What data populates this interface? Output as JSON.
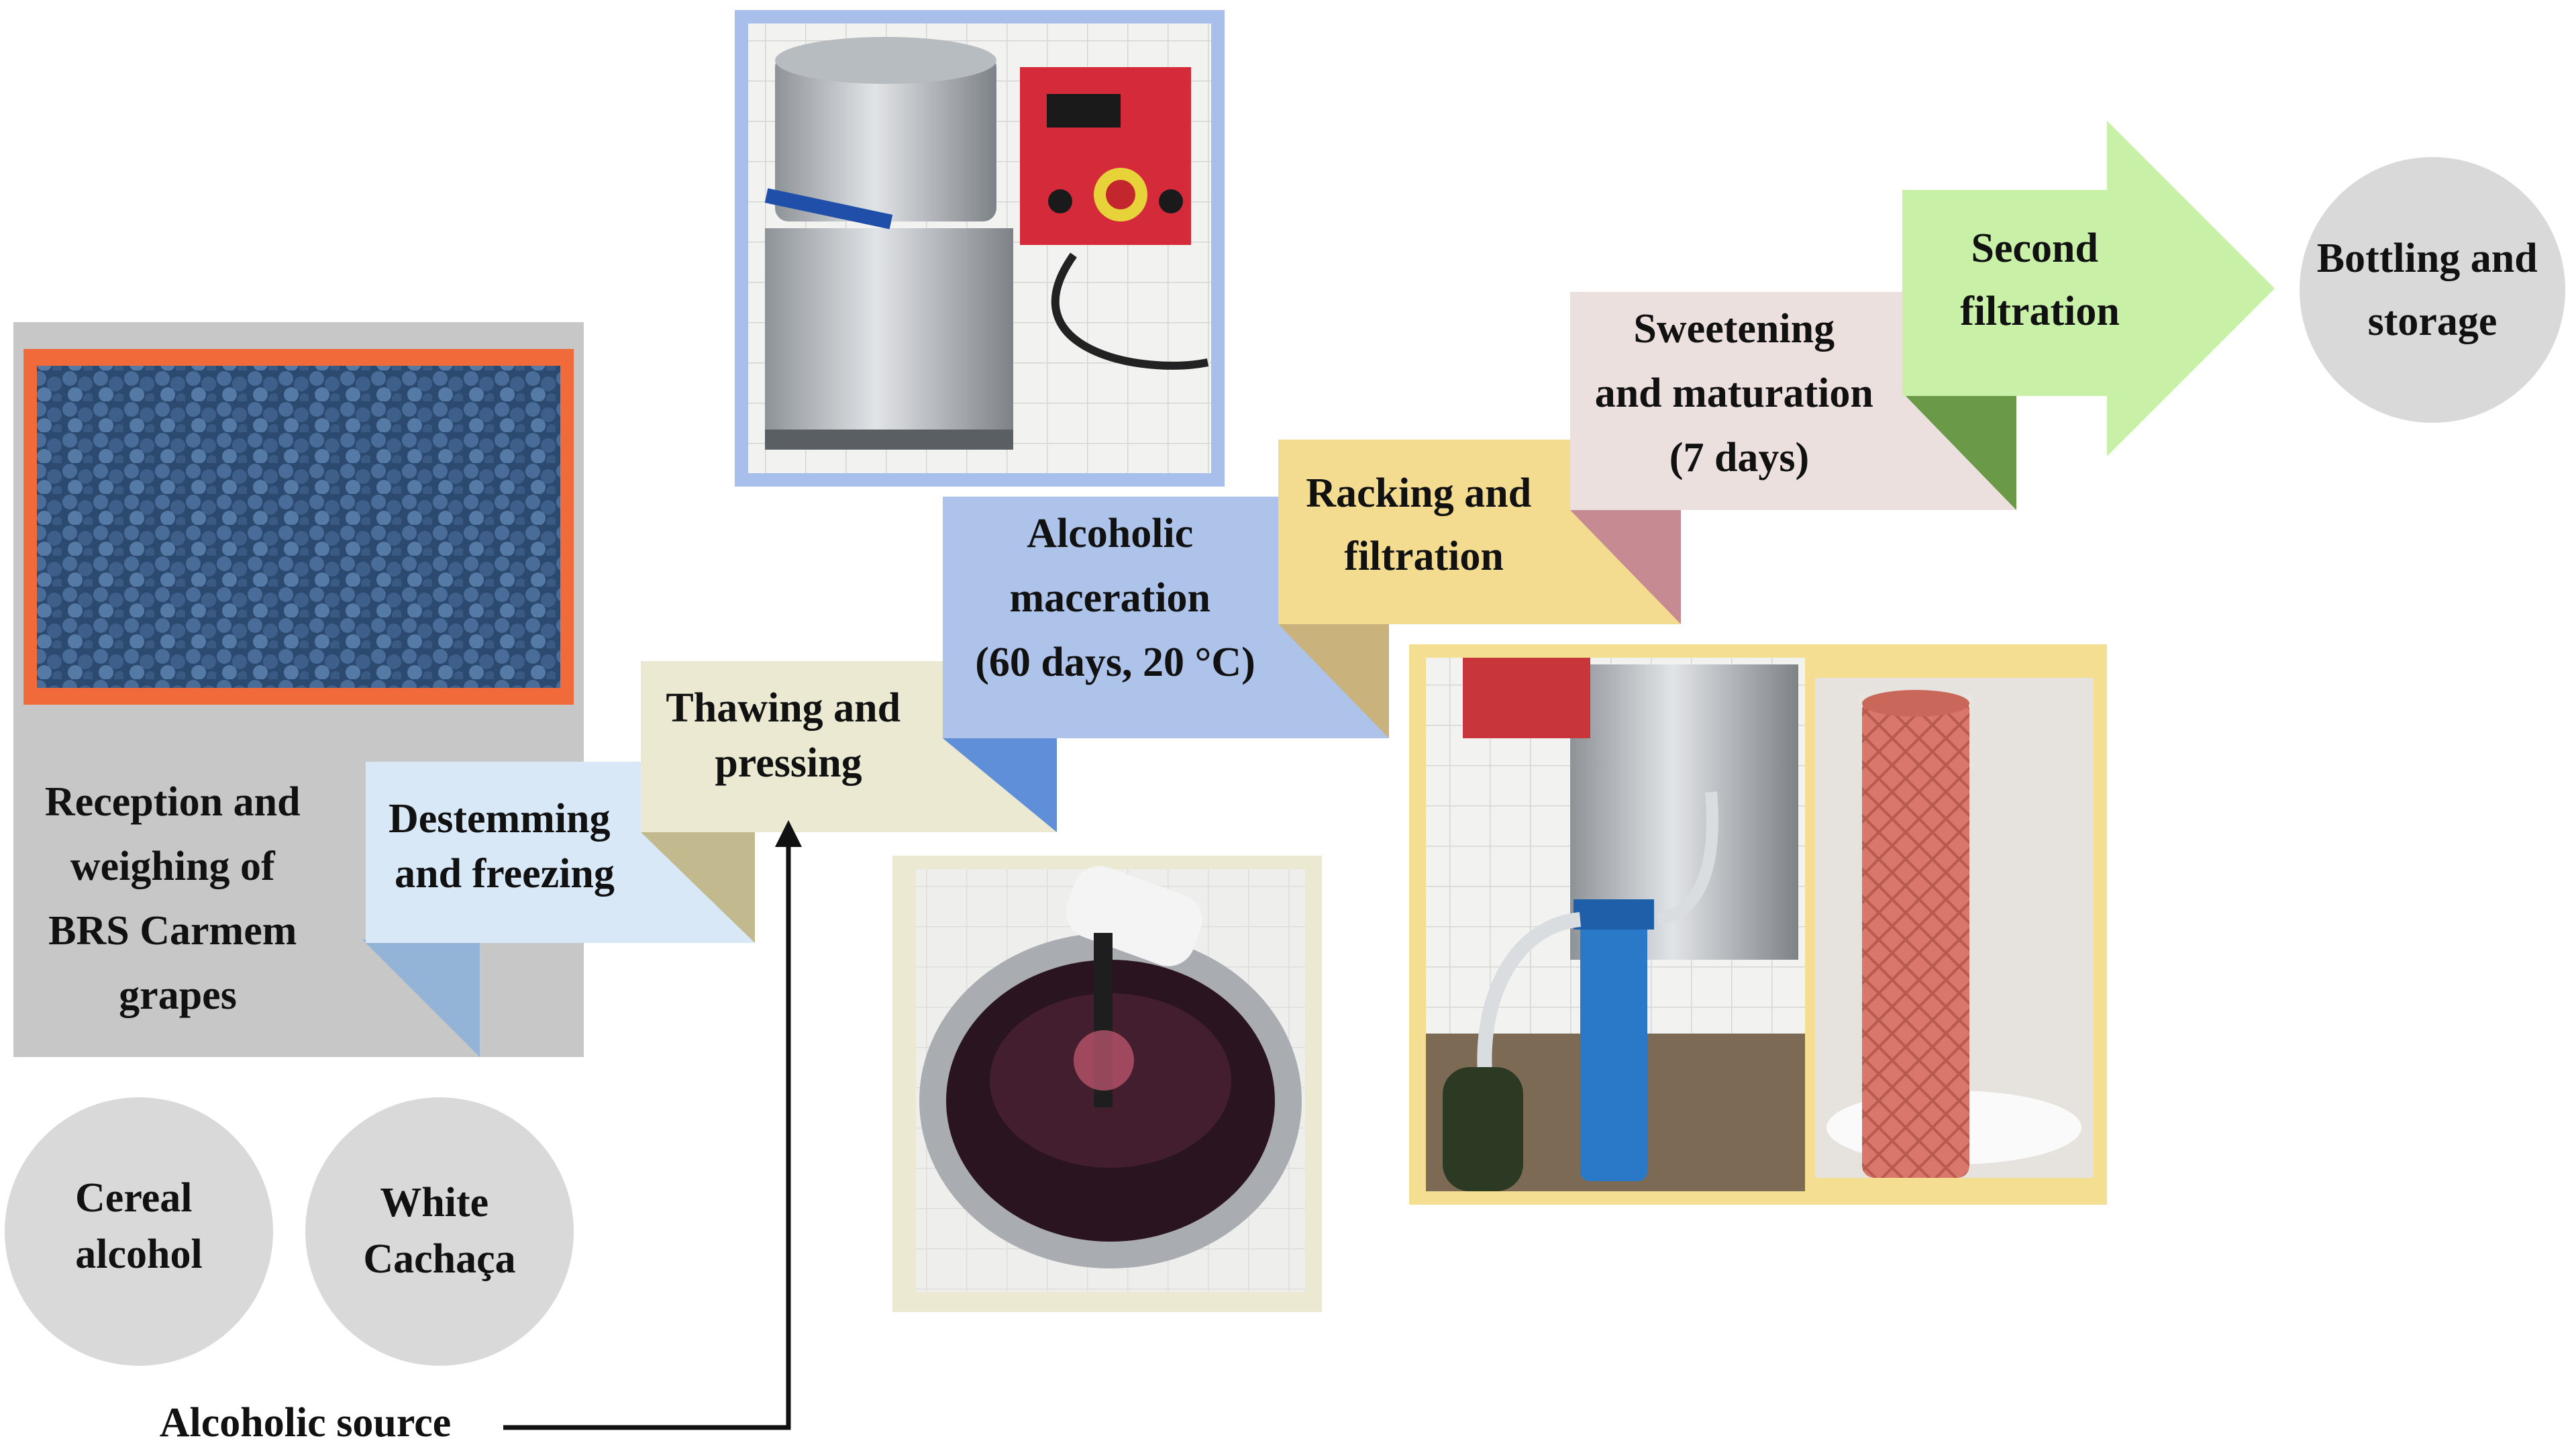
{
  "steps": {
    "reception": {
      "lines": [
        "Reception and",
        "weighing of",
        "BRS Carmem",
        "grapes"
      ]
    },
    "destemming": {
      "lines": [
        "Destemming",
        "and freezing"
      ]
    },
    "thawing": {
      "lines": [
        "Thawing and",
        "pressing"
      ]
    },
    "maceration": {
      "lines": [
        "Alcoholic",
        "maceration",
        "(60 days, 20 °C)"
      ]
    },
    "racking": {
      "lines": [
        "Racking and",
        "filtration"
      ]
    },
    "sweetening": {
      "lines": [
        "Sweetening",
        "and maturation",
        "(7 days)"
      ]
    },
    "second": {
      "lines": [
        "Second",
        "filtration"
      ]
    },
    "bottling": {
      "lines": [
        "Bottling and",
        "storage"
      ]
    }
  },
  "sources": {
    "cereal": {
      "lines": [
        "Cereal",
        "alcohol"
      ]
    },
    "cachaca": {
      "lines": [
        "White",
        "Cachaça"
      ]
    },
    "label": "Alcoholic source"
  },
  "colors": {
    "reception": "#c7c7c7",
    "reception_fold": "#93b4d6",
    "destemming": "#d8e8f6",
    "destemming_fold": "#c2b98e",
    "thawing": "#ebe9d2",
    "thawing_fold": "#5f8fd8",
    "maceration": "#aec3ea",
    "maceration_fold": "#c9b27c",
    "racking": "#f3dc8f",
    "racking_fold": "#c68a93",
    "sweetening": "#ece0df",
    "sweetening_fold": "#6a9a48",
    "second": "#c8f0a6",
    "circle": "#d9d9d9",
    "grapes_frame": "#c7c7c7",
    "grapes_basket": "#f06a3a",
    "grapes": "#34557e",
    "machine_frame": "#a9bfeb",
    "filter_frame": "#f4de92",
    "pot_frame": "#ebe9d2",
    "filter_cartridge": "#d9786a",
    "blue_housing": "#2a78c8"
  }
}
